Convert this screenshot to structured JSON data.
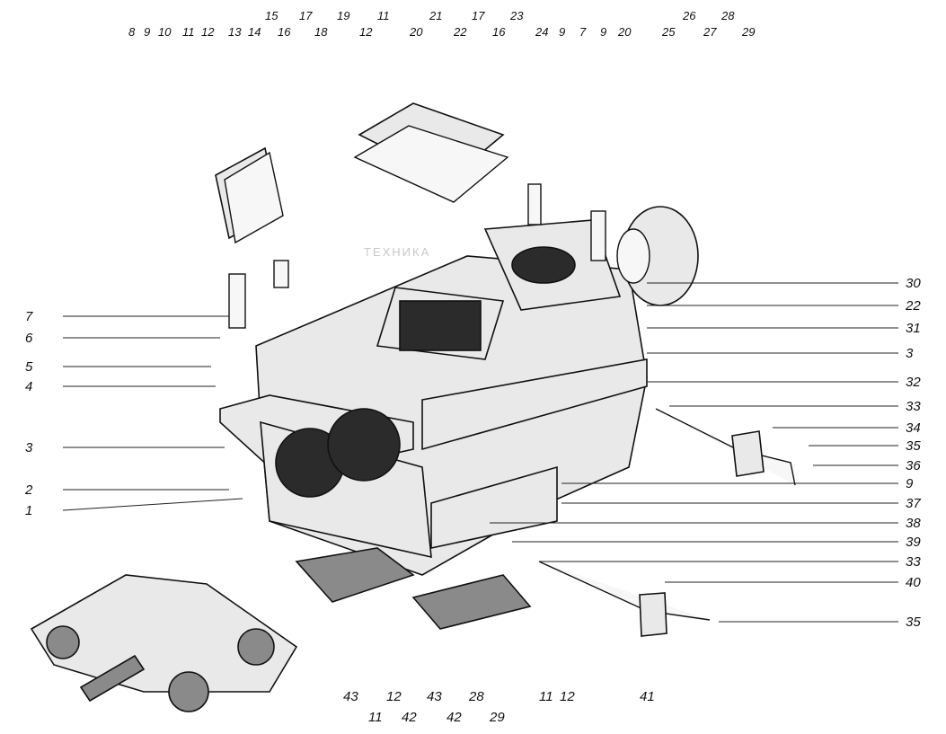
{
  "watermark": "ТЕХНИКА",
  "callouts": {
    "top": [
      "8",
      "9",
      "10",
      "11",
      "12",
      "13",
      "14",
      "15",
      "16",
      "17",
      "18",
      "19",
      "11",
      "12",
      "20",
      "21",
      "22",
      "17",
      "23",
      "16",
      "24",
      "9",
      "7",
      "9",
      "20",
      "25",
      "26",
      "27",
      "28",
      "29"
    ],
    "right": [
      "30",
      "22",
      "31",
      "3",
      "32",
      "33",
      "34",
      "35",
      "36",
      "9",
      "37",
      "38",
      "39",
      "33",
      "40",
      "35"
    ],
    "left": [
      "7",
      "6",
      "5",
      "4",
      "3",
      "2",
      "1"
    ],
    "bottom": [
      "43",
      "12",
      "11",
      "42",
      "43",
      "42",
      "28",
      "29",
      "11",
      "12",
      "41"
    ]
  },
  "colors": {
    "ink": "#111111",
    "paper": "#ffffff",
    "hatch": "#8a8a8a"
  }
}
